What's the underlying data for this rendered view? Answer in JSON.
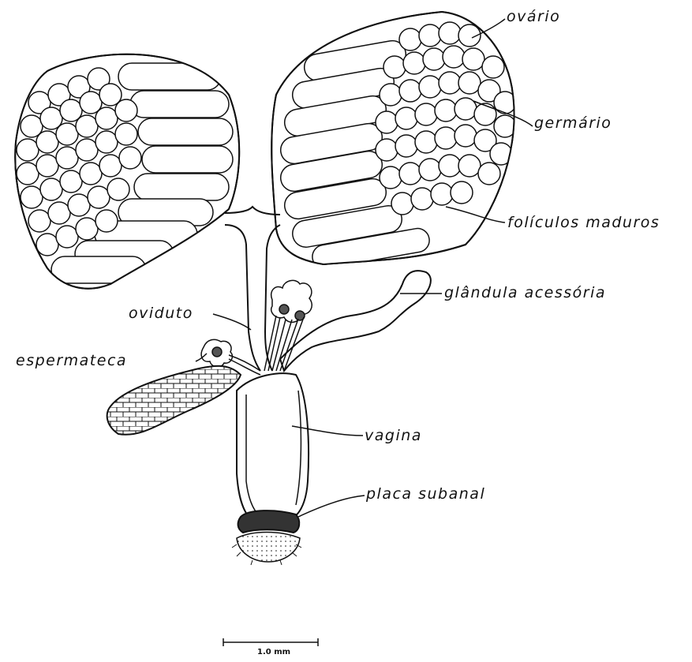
{
  "labels": {
    "ovario": "ovário",
    "germario": "germário",
    "foliculos": "folículos maduros",
    "glandula": "glândula acessória",
    "oviduto": "oviduto",
    "espermateca": "espermateca",
    "vagina": "vagina",
    "placa": "placa subanal"
  },
  "scale_bar": {
    "text": "1.0 mm"
  },
  "colors": {
    "ink": "#111111",
    "paper": "#ffffff"
  }
}
